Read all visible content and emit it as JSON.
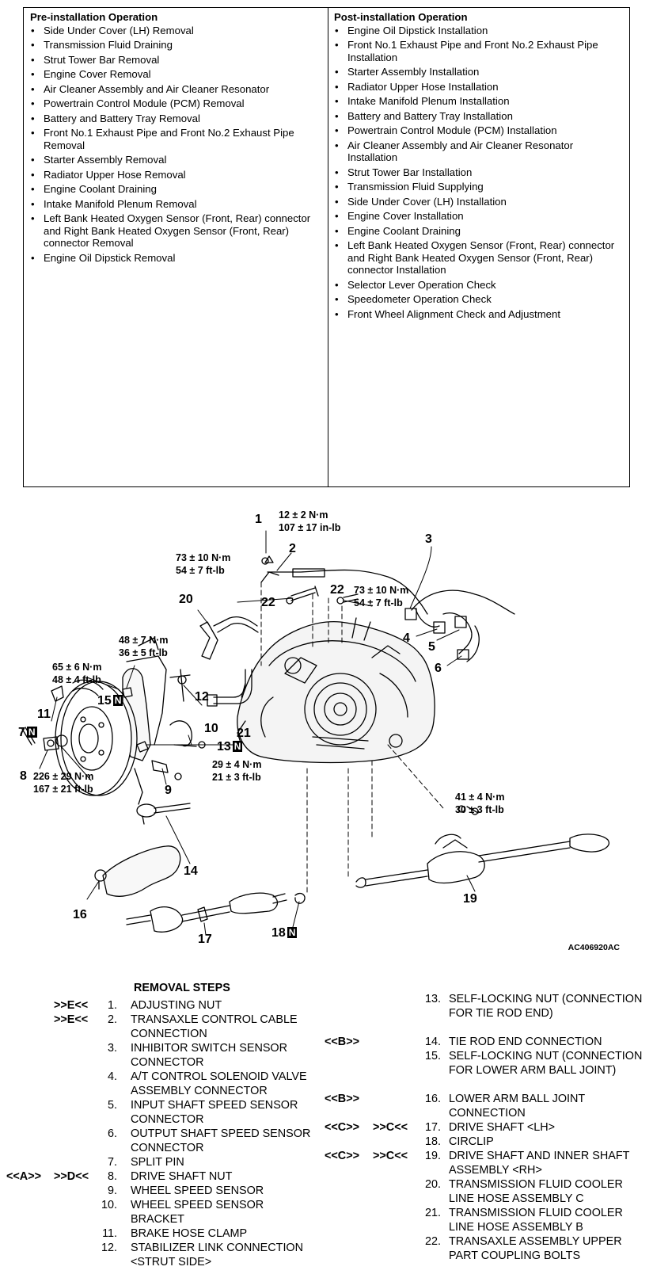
{
  "pre_installation": {
    "title": "Pre-installation Operation",
    "items": [
      "Side Under Cover (LH) Removal",
      "Transmission Fluid Draining",
      "Strut Tower Bar Removal",
      "Engine Cover Removal",
      "Air Cleaner Assembly and Air Cleaner Resonator",
      "Powertrain Control Module (PCM) Removal",
      "Battery and Battery Tray Removal",
      "Front No.1 Exhaust Pipe and Front No.2 Exhaust Pipe Removal",
      "Starter Assembly Removal",
      "Radiator Upper Hose Removal",
      "Engine Coolant Draining",
      "Intake Manifold Plenum Removal",
      "Left Bank Heated Oxygen Sensor (Front, Rear) connector and Right Bank Heated Oxygen Sensor (Front, Rear) connector Removal",
      "Engine Oil Dipstick Removal"
    ]
  },
  "post_installation": {
    "title": "Post-installation Operation",
    "items": [
      "Engine Oil Dipstick Installation",
      "Front No.1 Exhaust Pipe and Front No.2 Exhaust Pipe Installation",
      "Starter Assembly Installation",
      "Radiator Upper Hose Installation",
      "Intake Manifold Plenum Installation",
      "Battery and Battery Tray Installation",
      "Powertrain Control Module (PCM) Installation",
      "Air Cleaner Assembly and Air Cleaner Resonator Installation",
      "Strut Tower Bar Installation",
      "Transmission Fluid Supplying",
      "Side Under Cover (LH) Installation",
      "Engine Cover Installation",
      "Engine Coolant Draining",
      "Left Bank Heated Oxygen Sensor (Front, Rear) connector and Right Bank Heated Oxygen Sensor (Front, Rear) connector Installation",
      "Selector Lever Operation Check",
      "Speedometer Operation Check",
      "Front Wheel Alignment Check and Adjustment"
    ]
  },
  "figure": {
    "code": "AC406920AC",
    "n_mark": "N",
    "torques": {
      "t1": [
        "12 ± 2 N·m",
        "107 ± 17 in-lb"
      ],
      "t2": [
        "73 ± 10 N·m",
        "54 ± 7 ft-lb"
      ],
      "t3": [
        "73 ± 10 N·m",
        "54 ± 7 ft-lb"
      ],
      "t4": [
        "48 ± 7 N·m",
        "36 ± 5 ft-lb"
      ],
      "t5": [
        "65 ± 6 N·m",
        "48 ± 4 ft-lb"
      ],
      "t6": [
        "29 ± 4 N·m",
        "21 ± 3 ft-lb"
      ],
      "t7": [
        "226 ± 29 N·m",
        "167 ± 21 ft-lb"
      ],
      "t8": [
        "41 ± 4 N·m",
        "30 ± 3 ft-lb"
      ]
    },
    "callouts": [
      "1",
      "2",
      "3",
      "4",
      "5",
      "6",
      "7",
      "8",
      "9",
      "10",
      "11",
      "12",
      "13",
      "14",
      "15",
      "16",
      "17",
      "18",
      "19",
      "20",
      "21",
      "22",
      "22"
    ]
  },
  "removal_steps": {
    "title": "REMOVAL STEPS",
    "left": [
      {
        "m1": "",
        "m2": ">>E<<",
        "num": "1.",
        "text": "ADJUSTING NUT"
      },
      {
        "m1": "",
        "m2": ">>E<<",
        "num": "2.",
        "text": "TRANSAXLE CONTROL CABLE CONNECTION"
      },
      {
        "m1": "",
        "m2": "",
        "num": "3.",
        "text": "INHIBITOR SWITCH SENSOR CONNECTOR"
      },
      {
        "m1": "",
        "m2": "",
        "num": "4.",
        "text": "A/T CONTROL SOLENOID VALVE ASSEMBLY CONNECTOR"
      },
      {
        "m1": "",
        "m2": "",
        "num": "5.",
        "text": "INPUT SHAFT SPEED SENSOR CONNECTOR"
      },
      {
        "m1": "",
        "m2": "",
        "num": "6.",
        "text": "OUTPUT SHAFT SPEED SENSOR CONNECTOR"
      },
      {
        "m1": "",
        "m2": "",
        "num": "7.",
        "text": "SPLIT PIN"
      },
      {
        "m1": "<<A>>",
        "m2": ">>D<<",
        "num": "8.",
        "text": "DRIVE SHAFT NUT"
      },
      {
        "m1": "",
        "m2": "",
        "num": "9.",
        "text": "WHEEL SPEED SENSOR"
      },
      {
        "m1": "",
        "m2": "",
        "num": "10.",
        "text": "WHEEL SPEED SENSOR BRACKET"
      },
      {
        "m1": "",
        "m2": "",
        "num": "11.",
        "text": "BRAKE HOSE CLAMP"
      },
      {
        "m1": "",
        "m2": "",
        "num": "12.",
        "text": "STABILIZER LINK CONNECTION <STRUT SIDE>"
      }
    ],
    "right": [
      {
        "m1": "",
        "m2": "",
        "num": "13.",
        "text": "SELF-LOCKING NUT (CONNECTION FOR TIE ROD END)"
      },
      {
        "m1": "<<B>>",
        "m2": "",
        "num": "14.",
        "text": "TIE ROD END CONNECTION"
      },
      {
        "m1": "",
        "m2": "",
        "num": "15.",
        "text": "SELF-LOCKING NUT (CONNECTION FOR LOWER ARM BALL JOINT)"
      },
      {
        "m1": "<<B>>",
        "m2": "",
        "num": "16.",
        "text": "LOWER ARM BALL JOINT CONNECTION"
      },
      {
        "m1": "<<C>>",
        "m2": ">>C<<",
        "num": "17.",
        "text": "DRIVE SHAFT <LH>"
      },
      {
        "m1": "",
        "m2": "",
        "num": "18.",
        "text": "CIRCLIP"
      },
      {
        "m1": "<<C>>",
        "m2": ">>C<<",
        "num": "19.",
        "text": "DRIVE SHAFT AND INNER SHAFT ASSEMBLY <RH>"
      },
      {
        "m1": "",
        "m2": "",
        "num": "20.",
        "text": "TRANSMISSION FLUID COOLER LINE HOSE ASSEMBLY C"
      },
      {
        "m1": "",
        "m2": "",
        "num": "21.",
        "text": "TRANSMISSION FLUID COOLER LINE HOSE ASSEMBLY B"
      },
      {
        "m1": "",
        "m2": "",
        "num": "22.",
        "text": "TRANSAXLE ASSEMBLY UPPER PART COUPLING BOLTS"
      }
    ]
  }
}
